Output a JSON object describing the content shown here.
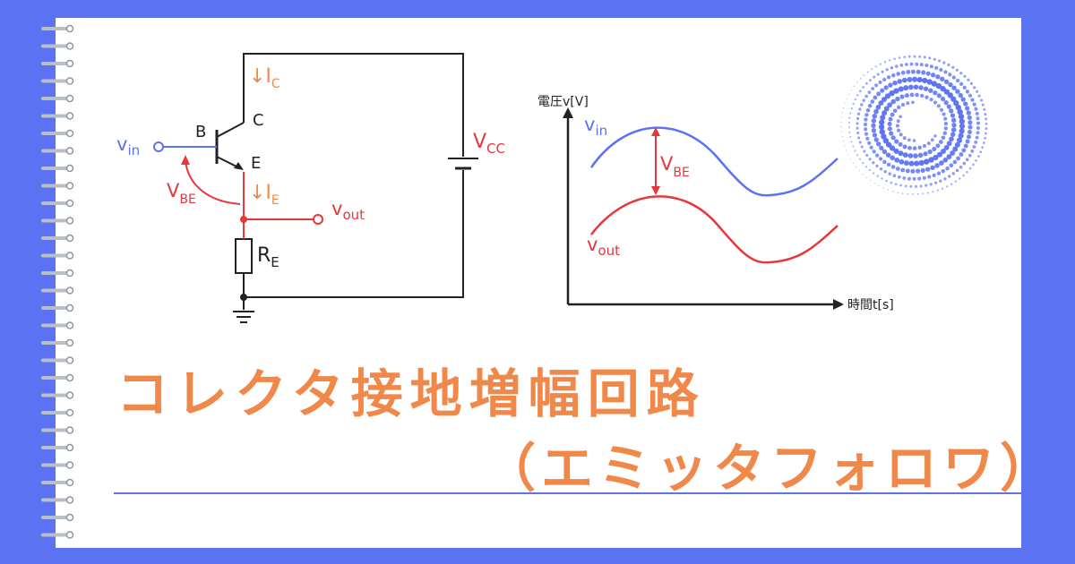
{
  "title": {
    "main": "コレクタ接地増幅回路",
    "sub": "（エミッタフォロワ）"
  },
  "circuit": {
    "vin_label": "v",
    "vin_sub": "in",
    "vout_label": "v",
    "vout_sub": "out",
    "base_label": "B",
    "collector_label": "C",
    "emitter_label": "E",
    "ic_label": "↓I",
    "ic_sub": "C",
    "ie_label": "↓I",
    "ie_sub": "E",
    "vbe_label": "V",
    "vbe_sub": "BE",
    "vcc_label": "V",
    "vcc_sub": "CC",
    "re_label": "R",
    "re_sub": "E"
  },
  "waveform": {
    "ylabel": "電圧v[V]",
    "xlabel": "時間t[s]",
    "vin_label": "v",
    "vin_sub": "in",
    "vout_label": "v",
    "vout_sub": "out",
    "vbe_label": "V",
    "vbe_sub": "BE"
  },
  "colors": {
    "background": "#5b72f2",
    "title": "#f0884a",
    "input": "#5b72f2",
    "output": "#e8363a",
    "current": "#f0884a",
    "wire": "#222222"
  }
}
